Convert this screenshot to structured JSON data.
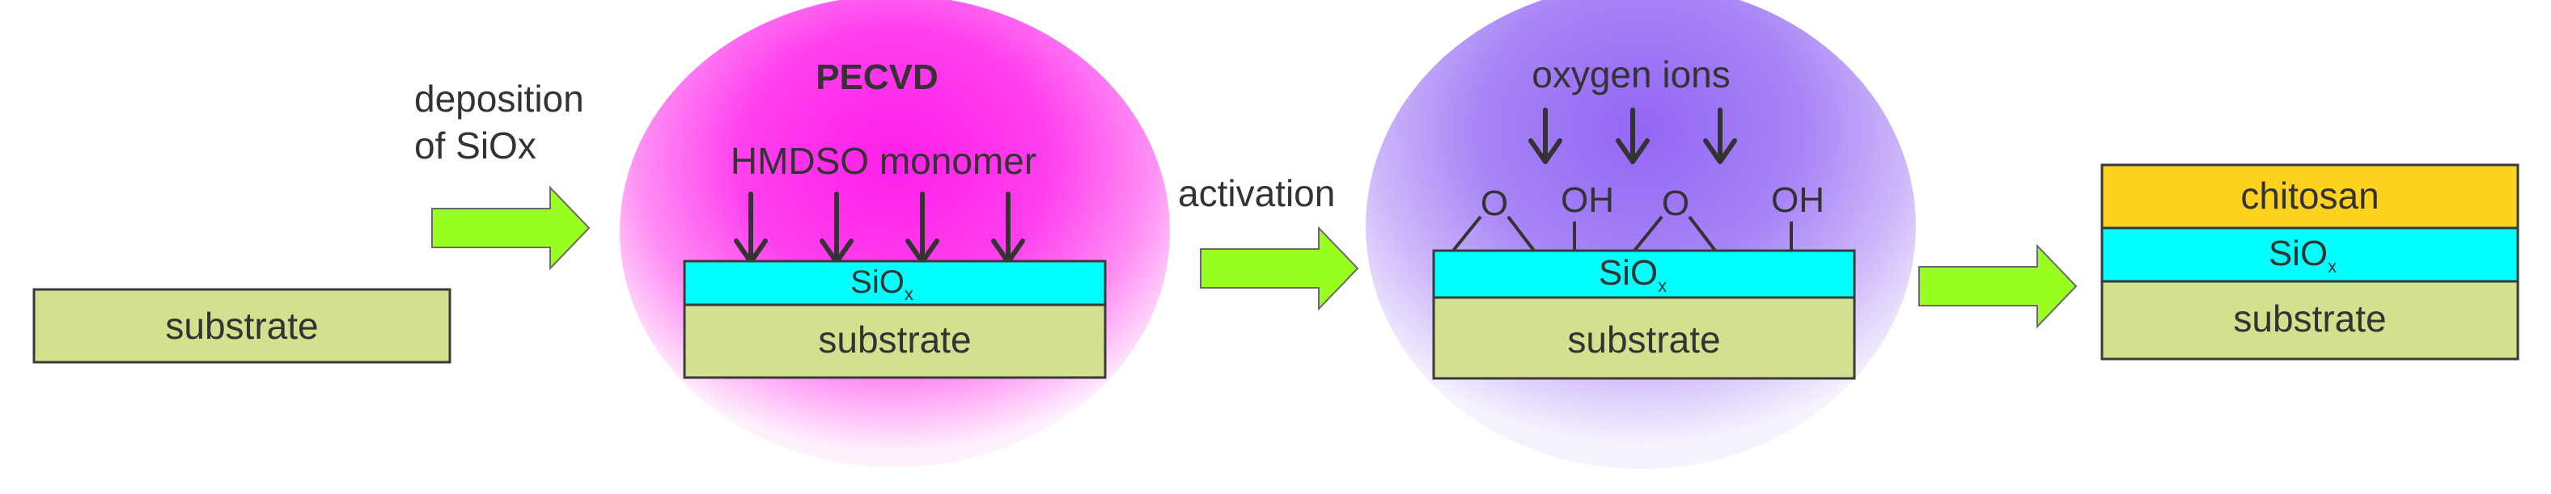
{
  "step1": {
    "substrate_label": "substrate",
    "arrow_label_line1": "deposition",
    "arrow_label_line2": "of SiOx"
  },
  "step2": {
    "title": "PECVD",
    "monomer_label": "HMDSO monomer",
    "layer_label": "SiO",
    "layer_subscript": "x",
    "substrate_label": "substrate"
  },
  "step3": {
    "arrow_label": "activation",
    "ions_label": "oxygen ions",
    "group_o": "O",
    "group_oh": "OH",
    "layer_label": "SiO",
    "layer_subscript": "x",
    "substrate_label": "substrate"
  },
  "step4": {
    "coating_label": "chitosan",
    "layer_label": "SiO",
    "layer_subscript": "x",
    "substrate_label": "substrate"
  },
  "colors": {
    "substrate": "#d4e08e",
    "siox": "#00ffff",
    "chitosan": "#ffd21f",
    "process_arrow": "#99ff1f",
    "pecvd_ellipse": "#ff1fe9",
    "activation_ellipse": "#9b6cf5",
    "text": "#333333"
  }
}
